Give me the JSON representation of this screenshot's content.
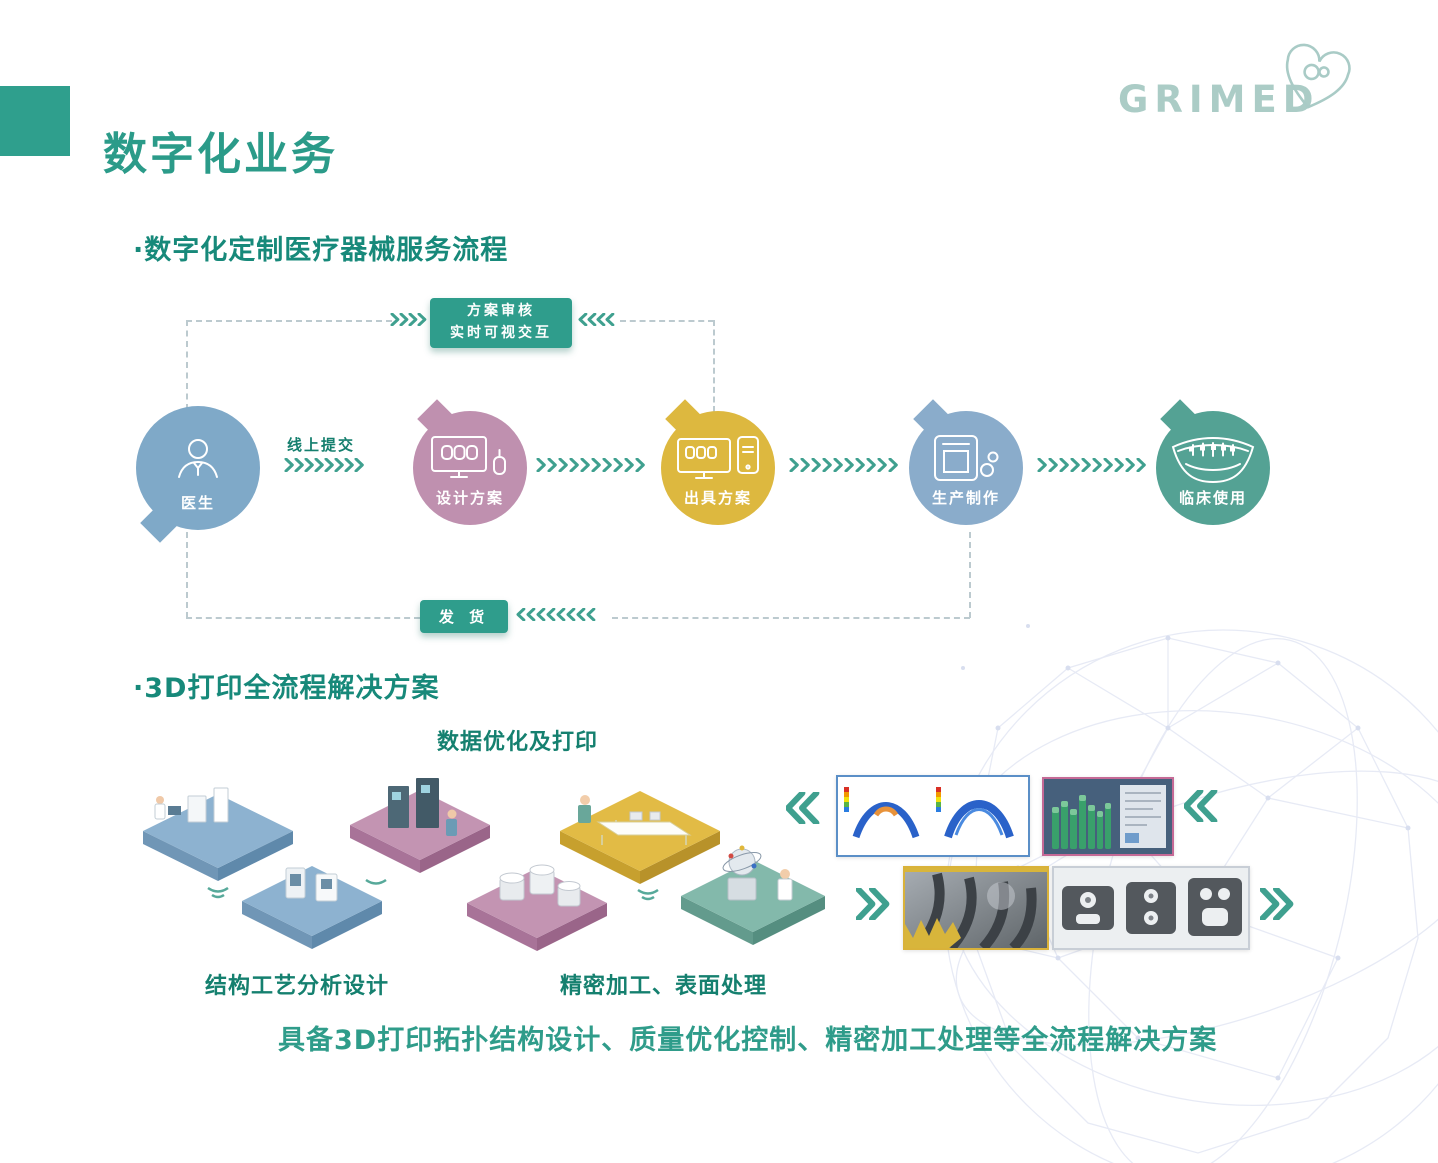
{
  "page": {
    "title": "数字化业务",
    "logo": {
      "text": "GRIMED",
      "icon": "heart-swirl-icon"
    },
    "accent_color": "#2f9f8d",
    "statement": "具备3D打印拓扑结构设计、质量优化控制、精密加工处理等全流程解决方案"
  },
  "service_flow": {
    "heading": "·数字化定制医疗器械服务流程",
    "review_badge": {
      "line1": "方案审核",
      "line2": "实时可视交互"
    },
    "ship_badge": "发 货",
    "online_submit": "线上提交",
    "steps": [
      {
        "label": "医生",
        "color": "#7fa9c8",
        "icon": "doctor-icon"
      },
      {
        "label": "设计方案",
        "color": "#bf90af",
        "icon": "design-monitor-icon"
      },
      {
        "label": "出具方案",
        "color": "#ddb83f",
        "icon": "plan-devices-icon"
      },
      {
        "label": "生产制作",
        "color": "#8aaccb",
        "icon": "printer-icon"
      },
      {
        "label": "临床使用",
        "color": "#54a294",
        "icon": "smile-braces-icon"
      }
    ]
  },
  "printing": {
    "heading": "·3D打印全流程解决方案",
    "label_data_print": "数据优化及打印",
    "label_structure": "结构工艺分析设计",
    "label_precision": "精密加工、表面处理",
    "images": [
      {
        "name": "topology-optimization-thumb"
      },
      {
        "name": "support-structure-thumb"
      },
      {
        "name": "precision-machining-thumb"
      },
      {
        "name": "printed-parts-thumb"
      }
    ]
  }
}
